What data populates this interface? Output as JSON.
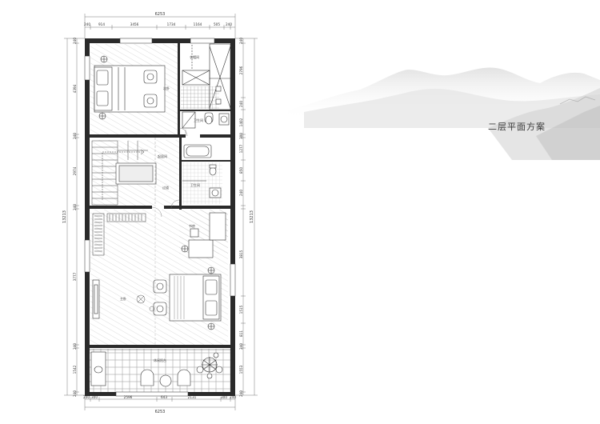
{
  "title": "二层平面方案",
  "dims": {
    "top_total": "6253",
    "bottom_total": "6253",
    "left_total": "13213",
    "right_total": "13213",
    "top_segments": [
      "240",
      "914",
      "3456",
      "1734",
      "1164",
      "505",
      "240"
    ],
    "bottom_segments": [
      "240",
      "300",
      "2596",
      "643",
      "2131",
      "300",
      "240"
    ],
    "left_segments": [
      "240",
      "4394",
      "240",
      "2974",
      "240",
      "3777",
      "240",
      "1542",
      "240"
    ],
    "right_segments": [
      "240",
      "2796",
      "240",
      "1402",
      "300",
      "1277",
      "850",
      "240",
      "3815",
      "1515",
      "811",
      "240",
      "1553",
      "240"
    ]
  },
  "rooms": {
    "bedroom_top": "次卧",
    "walkin": "衣帽间",
    "bath_top": "卫生间",
    "hall": "起居间",
    "corridor": "过道",
    "bath_mid": "卫生间",
    "study": "书房",
    "master": "主卧",
    "terrace": "休闲阳台"
  },
  "colors": {
    "wall": "#2a2a2a",
    "floor_line": "#bdbdbd",
    "tile": "#8a8a8a",
    "title": "#3a3a3a"
  }
}
